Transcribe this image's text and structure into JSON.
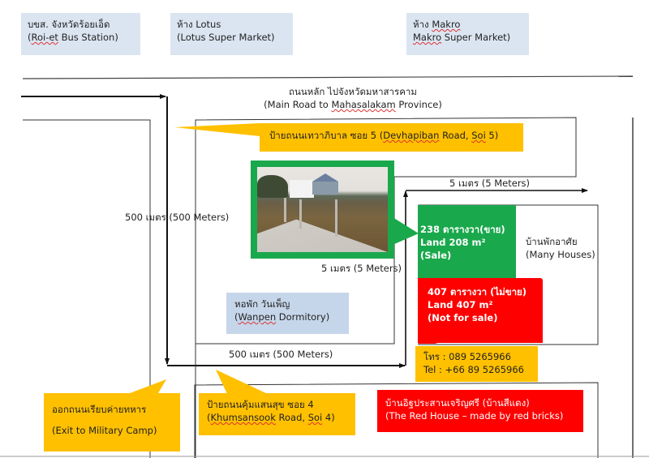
{
  "landmarks": {
    "bus_station": {
      "thai": "บขส. จังหวัดร้อยเอ็ด",
      "english_prefix": "(",
      "english_ul": "Roi-et",
      "english_rest": " Bus Station)"
    },
    "lotus": {
      "thai": "ห้าง Lotus",
      "english": "(Lotus Super Market)"
    },
    "makro": {
      "thai_prefix": "ห้าง ",
      "thai_ul": "Makro",
      "english_ul": "Makro",
      "english_rest": " Super Market)"
    }
  },
  "main_road": {
    "thai": "ถนนหลัก ไปจังหวัดมหาสารคาม",
    "english_prefix": "(Main Road to ",
    "english_ul": "Mahasalakam",
    "english_rest": " Province)"
  },
  "soi5_sign": {
    "thai": "ป้ายถนนเทวาภิบาล  ซอย 5 (",
    "ul1": "Devhapiban",
    "mid": " Road, ",
    "ul2": "Soi",
    "end": " 5)"
  },
  "distances": {
    "vertical_500": "500 เมตร (500 Meters)",
    "horizontal_500": "500 เมตร (500 Meters)",
    "top_5": "5 เมตร (5 Meters)",
    "side_5": "5 เมตร (5 Meters)"
  },
  "land_sale": {
    "line1": "238 ตารางวา(ขาย)",
    "line2": "Land 208 m²",
    "line3": "(Sale)"
  },
  "land_not_sale": {
    "line1": "407 ตารางวา (ไม่ขาย)",
    "line2": "Land 407 m²",
    "line3": "(Not for sale)"
  },
  "many_houses": {
    "thai": "บ้านพักอาศัย",
    "english": "(Many Houses)"
  },
  "dormitory": {
    "thai": "หอพัก วันเพ็ญ",
    "english_prefix": "(",
    "english_ul": "Wanpen",
    "english_rest": " Dormitory)"
  },
  "phone": {
    "thai": "โทร : 089 5265966",
    "english": "Tel : +66 89 5265966"
  },
  "military_exit": {
    "thai": "ออกถนนเรียบค่ายทหาร",
    "english": "(Exit to Military Camp)"
  },
  "soi4_sign": {
    "thai": "ป้ายถนนคุ้มแสนสุข  ซอย 4",
    "prefix": "(",
    "ul1": "Khumsansook",
    "mid": " Road, ",
    "ul2": "Soi",
    "end": " 4)"
  },
  "red_house": {
    "thai": "บ้านอิฐประสานเจริญศรี  (บ้านสีแดง)",
    "english": "(The Red House – made by red bricks)"
  },
  "colors": {
    "yellow": "#ffc000",
    "green": "#1aa84c",
    "red": "#fe0000",
    "blue_box": "#dbe5f1"
  }
}
